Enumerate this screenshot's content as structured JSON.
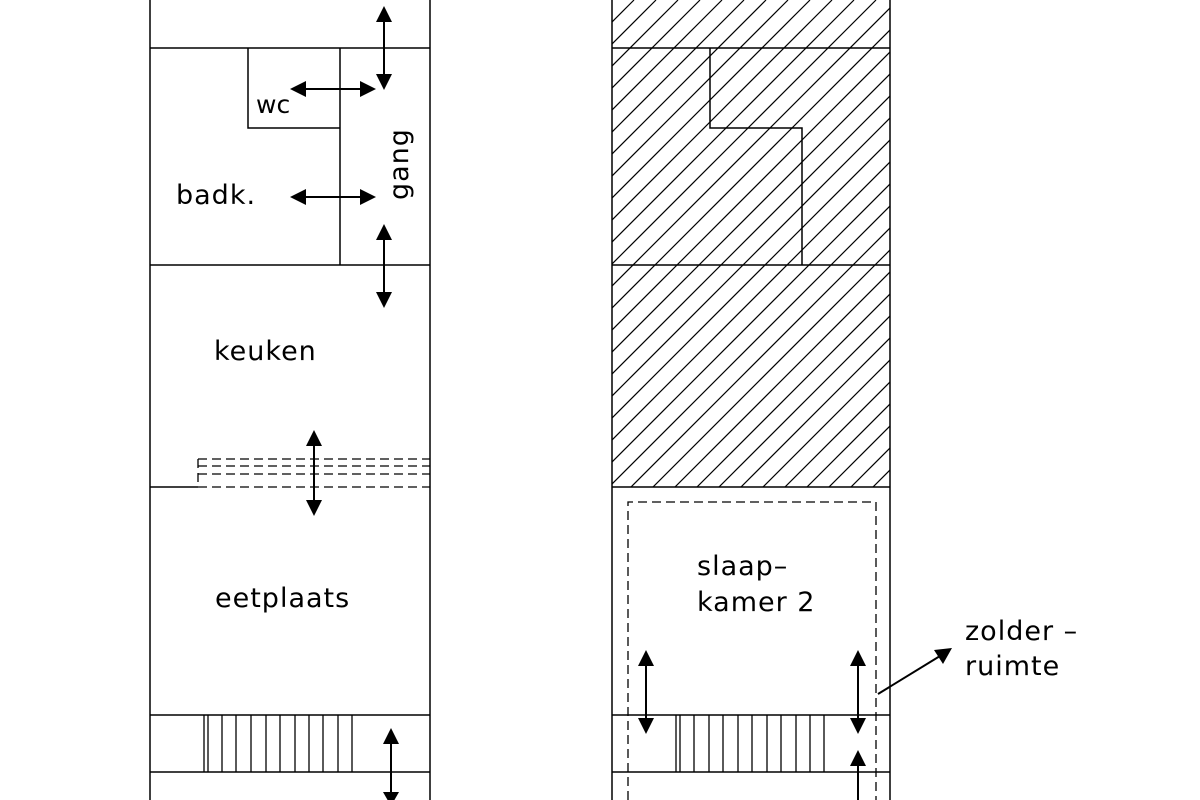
{
  "ground_floor": {
    "rooms": {
      "wc": "wc",
      "bathroom": "badk.",
      "hallway": "gang",
      "kitchen": "keuken",
      "dining": "eetplaats"
    }
  },
  "upper_floor": {
    "bedroom_line1": "slaap–",
    "bedroom_line2": "kamer 2",
    "attic_line1": "zolder –",
    "attic_line2": "ruimte"
  },
  "colors": {
    "line": "#000000",
    "background": "#ffffff"
  }
}
